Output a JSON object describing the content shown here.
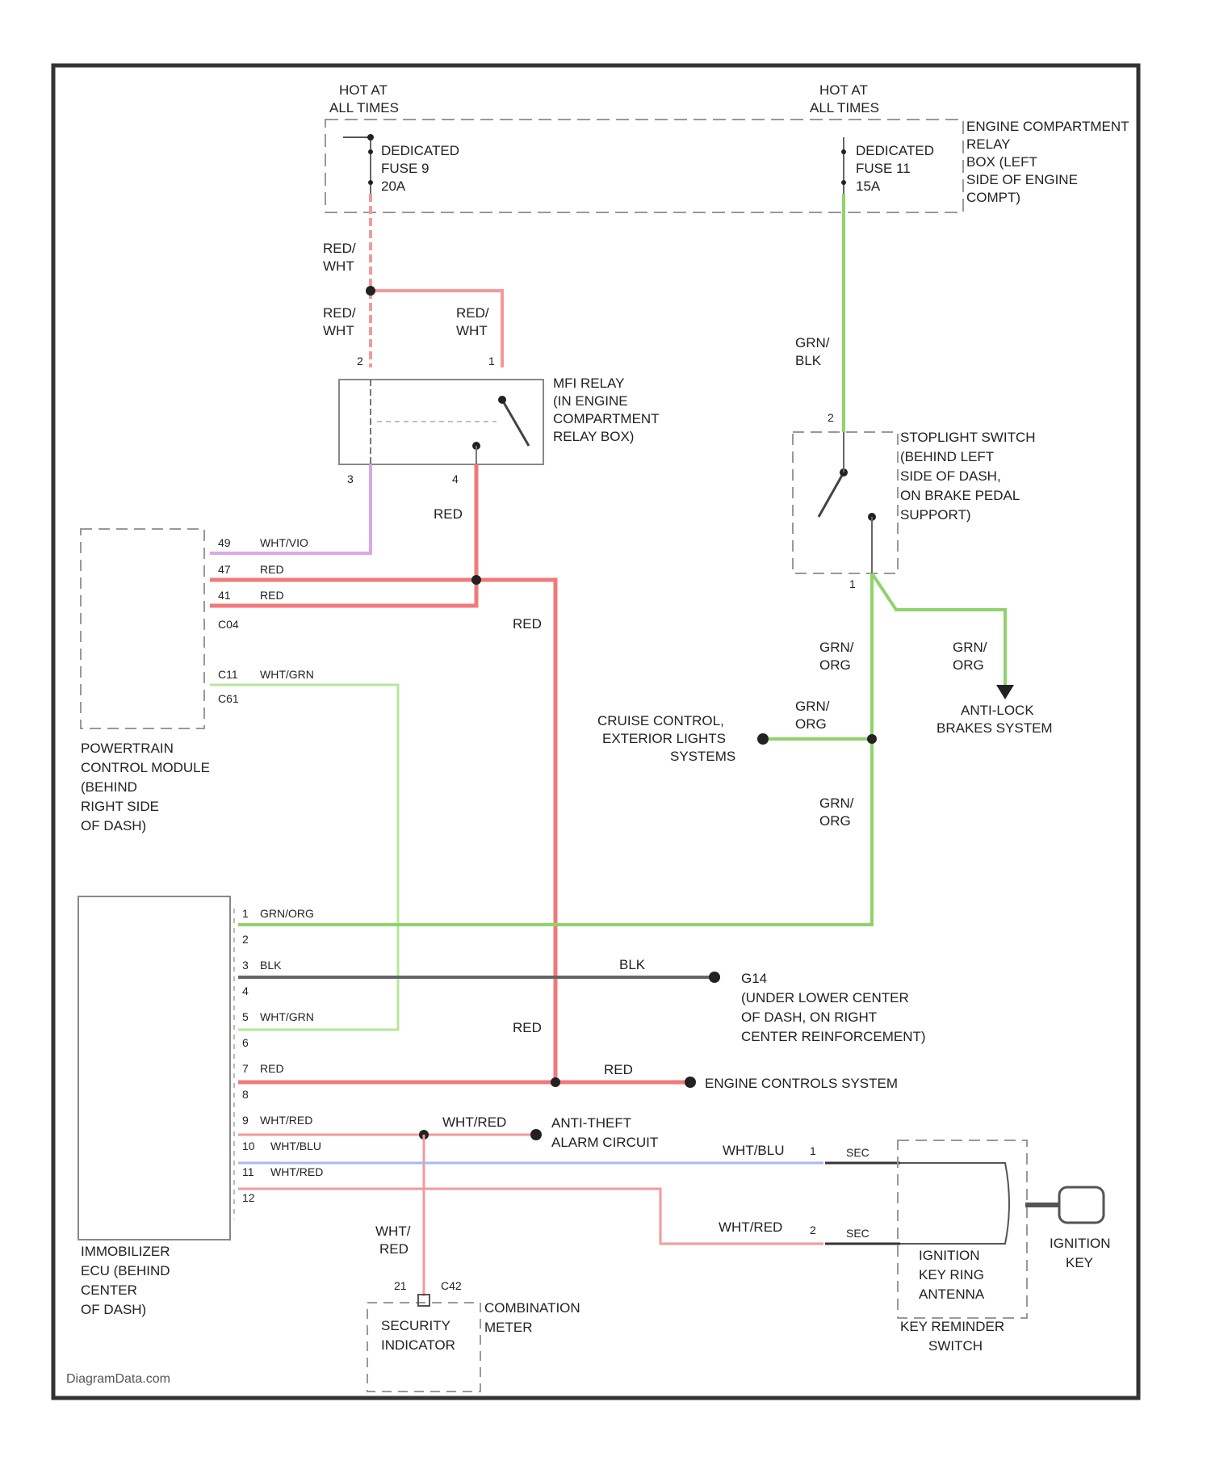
{
  "colors": {
    "frame": "#333333",
    "red_wire": "#f07a7a",
    "red_white_wire": "#f29a9a",
    "green_wire": "#8fd46a",
    "light_green_wire": "#b7e69a",
    "violet_wire": "#d9a8e6",
    "blue_wire": "#a9b8f2",
    "black_wire": "#666666",
    "dashed_box": "#999999"
  },
  "power": {
    "hot1": [
      "HOT AT",
      "ALL TIMES"
    ],
    "hot2": [
      "HOT AT",
      "ALL TIMES"
    ],
    "fuse9": [
      "DEDICATED",
      "FUSE 9",
      "20A"
    ],
    "fuse11": [
      "DEDICATED",
      "FUSE 11",
      "15A"
    ],
    "relay_box": [
      "ENGINE COMPARTMENT",
      "RELAY",
      "BOX (LEFT",
      "SIDE OF ENGINE",
      "COMPT)"
    ]
  },
  "wire_labels": {
    "red_wht_a": [
      "RED/",
      "WHT"
    ],
    "red_wht_b": [
      "RED/",
      "WHT"
    ],
    "red_wht_c": [
      "RED/",
      "WHT"
    ],
    "grn_blk": [
      "GRN/",
      "BLK"
    ],
    "red_mid": "RED",
    "red_vert": "RED",
    "red_lower": "RED",
    "grn_org_a": [
      "GRN/",
      "ORG"
    ],
    "grn_org_b": [
      "GRN/",
      "ORG"
    ],
    "grn_org_c": [
      "GRN/",
      "ORG"
    ],
    "grn_org_d": [
      "GRN/",
      "ORG"
    ],
    "blk_right": "BLK",
    "red_right": "RED",
    "wht_red_right": "WHT/RED",
    "wht_blu_far": "WHT/BLU",
    "wht_red_far": "WHT/RED",
    "wht_red_down": [
      "WHT/",
      "RED"
    ]
  },
  "mfi_relay": {
    "label": [
      "MFI RELAY",
      "(IN ENGINE",
      "COMPARTMENT",
      "RELAY BOX)"
    ],
    "pins": [
      "2",
      "1",
      "3",
      "4"
    ]
  },
  "stoplight": {
    "label": [
      "STOPLIGHT SWITCH",
      "(BEHIND LEFT",
      "SIDE OF DASH,",
      "ON BRAKE PEDAL",
      "SUPPORT)"
    ],
    "pins": [
      "2",
      "1"
    ]
  },
  "pcm": {
    "label": [
      "POWERTRAIN",
      "CONTROL MODULE",
      "(BEHIND",
      "RIGHT SIDE",
      "OF DASH)"
    ],
    "pins": [
      {
        "num": "49",
        "wire": "WHT/VIO"
      },
      {
        "num": "47",
        "wire": "RED"
      },
      {
        "num": "41",
        "wire": "RED"
      }
    ],
    "conn1": "C04",
    "pin2": {
      "num": "C11",
      "wire": "WHT/GRN"
    },
    "conn2": "C61"
  },
  "immobilizer": {
    "label": [
      "IMMOBILIZER",
      "ECU (BEHIND",
      "CENTER",
      "OF DASH)"
    ],
    "pins": [
      {
        "num": "1",
        "wire": "GRN/ORG"
      },
      {
        "num": "2",
        "wire": ""
      },
      {
        "num": "3",
        "wire": "BLK"
      },
      {
        "num": "4",
        "wire": ""
      },
      {
        "num": "5",
        "wire": "WHT/GRN"
      },
      {
        "num": "6",
        "wire": ""
      },
      {
        "num": "7",
        "wire": "RED"
      },
      {
        "num": "8",
        "wire": ""
      },
      {
        "num": "9",
        "wire": "WHT/RED"
      },
      {
        "num": "10",
        "wire": "WHT/BLU"
      },
      {
        "num": "11",
        "wire": "WHT/RED"
      },
      {
        "num": "12",
        "wire": ""
      }
    ]
  },
  "destinations": {
    "cruise": [
      "CRUISE CONTROL,",
      "EXTERIOR LIGHTS",
      "SYSTEMS"
    ],
    "abs": [
      "ANTI-LOCK",
      "BRAKES SYSTEM"
    ],
    "ground": [
      "G14",
      "(UNDER LOWER CENTER",
      "OF DASH, ON RIGHT",
      "CENTER REINFORCEMENT)"
    ],
    "engine": "ENGINE CONTROLS SYSTEM",
    "alarm": [
      "ANTI-THEFT",
      "ALARM CIRCUIT"
    ]
  },
  "antenna": {
    "pin1": "1",
    "pin2": "2",
    "sec1": "SEC",
    "sec2": "SEC",
    "label": [
      "IGNITION",
      "KEY RING",
      "ANTENNA"
    ],
    "switch_label": [
      "KEY REMINDER",
      "SWITCH"
    ],
    "key_label": [
      "IGNITION",
      "KEY"
    ]
  },
  "combo": {
    "pin": "21",
    "conn": "C42",
    "indicator": [
      "SECURITY",
      "INDICATOR"
    ],
    "label": [
      "COMBINATION",
      "METER"
    ]
  },
  "watermark": "DiagramData.com"
}
